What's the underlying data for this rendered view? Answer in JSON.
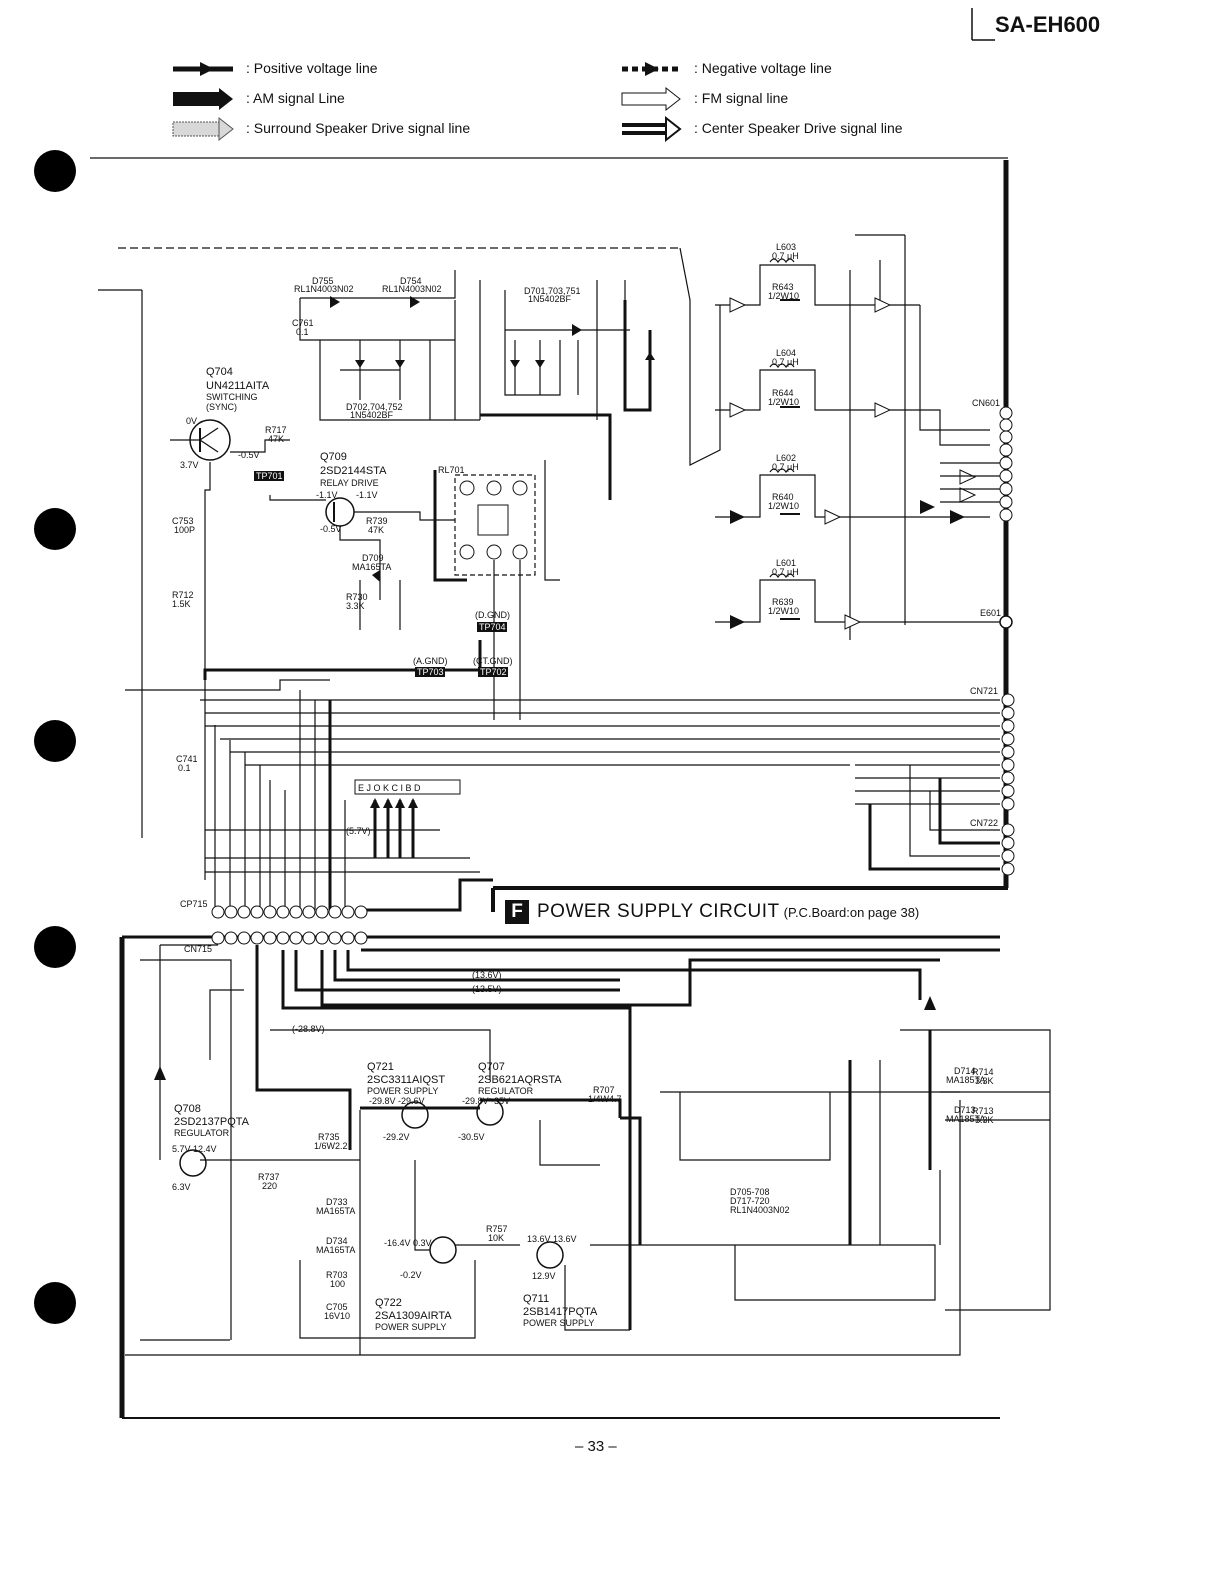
{
  "model": "SA-EH600",
  "legend": {
    "positive": ": Positive voltage line",
    "negative": ": Negative voltage line",
    "am": ": AM signal Line",
    "fm": ": FM signal line",
    "surround": ": Surround Speaker Drive signal line",
    "center": ": Center Speaker Drive signal line"
  },
  "section": {
    "letter": "F",
    "title": "POWER SUPPLY CIRCUIT",
    "subtitle": "(P.C.Board:on page 38)"
  },
  "page_number": "– 33 –",
  "parts": {
    "q704": [
      "Q704",
      "UN4211AITA",
      "SWITCHING",
      "(SYNC)"
    ],
    "q709": [
      "Q709",
      "2SD2144STA",
      "RELAY DRIVE"
    ],
    "q721": [
      "Q721",
      "2SC3311AIQST",
      "POWER SUPPLY"
    ],
    "q707": [
      "Q707",
      "2SB621AQRSTA",
      "REGULATOR"
    ],
    "q708": [
      "Q708",
      "2SD2137PQTA",
      "REGULATOR"
    ],
    "q722": [
      "Q722",
      "2SA1309AIRTA",
      "POWER SUPPLY"
    ],
    "q711": [
      "Q711",
      "2SB1417PQTA",
      "POWER SUPPLY"
    ],
    "d755": [
      "D755",
      "RL1N4003N02"
    ],
    "d754": [
      "D754",
      "RL1N4003N02"
    ],
    "d701": [
      "D701,703,751",
      "1N5402BF"
    ],
    "d702": [
      "D702,704,752",
      "1N5402BF"
    ],
    "d705": [
      "D705-708",
      "D717-720",
      "RL1N4003N02"
    ],
    "l603": [
      "L603",
      "0.7 μH"
    ],
    "l604": [
      "L604",
      "0.7 μH"
    ],
    "l602": [
      "L602",
      "0.7 μH"
    ],
    "l601": [
      "L601",
      "0.7 μH"
    ],
    "r643": [
      "R643",
      "1/2W10"
    ],
    "r644": [
      "R644",
      "1/2W10"
    ],
    "r640": [
      "R640",
      "1/2W10"
    ],
    "r639": [
      "R639",
      "1/2W10"
    ],
    "r717": [
      "R717",
      "47K"
    ],
    "r739": [
      "R739",
      "47K"
    ],
    "r712": [
      "R712",
      "1.5K"
    ],
    "r730": [
      "R730",
      "3.3K"
    ],
    "c753": [
      "C753",
      "100P"
    ],
    "c741": [
      "C741",
      "0.1"
    ],
    "c761": [
      "C761",
      "0.1"
    ],
    "d709": [
      "D709",
      "MA165TA"
    ],
    "rl701": [
      "RL701"
    ],
    "tp701": "TP701",
    "tp704": "TP704",
    "tp703": "TP703",
    "tp702": "TP702",
    "r714": [
      "R714",
      "3.3K"
    ],
    "r713": [
      "R713",
      "3.3K"
    ],
    "d714": [
      "D714",
      "MA185TA"
    ],
    "d713": [
      "D713",
      "MA185TA"
    ],
    "r707": [
      "R707",
      "1/4W4.7"
    ],
    "r735": [
      "R735",
      "1/6W2.2"
    ],
    "r737": [
      "R737",
      "220"
    ],
    "r757": [
      "R757",
      "10K"
    ],
    "r703": [
      "R703",
      "100"
    ],
    "c705": [
      "C705",
      "16V10"
    ],
    "d733": [
      "D733",
      "MA165TA"
    ],
    "d734": [
      "D734",
      "MA165TA"
    ]
  },
  "labels": {
    "dgnd": "(D.GND)",
    "agnd": "(A.GND)",
    "ctgnd": "(CT.GND)",
    "cn601": "CN601",
    "cn721": "CN721",
    "cn722": "CN722",
    "cp715": "CP715",
    "cn715": "CN715",
    "e601": "E601",
    "relay_pins": "E J O K C I B D",
    "v57": "(5.7V)",
    "v136": "(13.6V)",
    "v135": "(13.5V)",
    "v288": "(-28.8V)",
    "q704_v1": "0V",
    "q704_v2": "3.7V",
    "q704_v3": "-0.5V",
    "q709_v1": "-1.1V",
    "q709_v2": "-1.1V",
    "q709_v3": "-0.5V",
    "q721_v": "-29.8V  -29.6V",
    "q707_v": "-29.8V   -35V",
    "q721_b": "-29.2V",
    "q707_b": "-30.5V",
    "q708_v": "5.7V    12.4V",
    "q708_b": "6.3V",
    "q722_v": "-16.4V    0.3V",
    "q722_b": "-0.2V",
    "q711_v": "13.6V     13.6V",
    "q711_b": "12.9V"
  }
}
